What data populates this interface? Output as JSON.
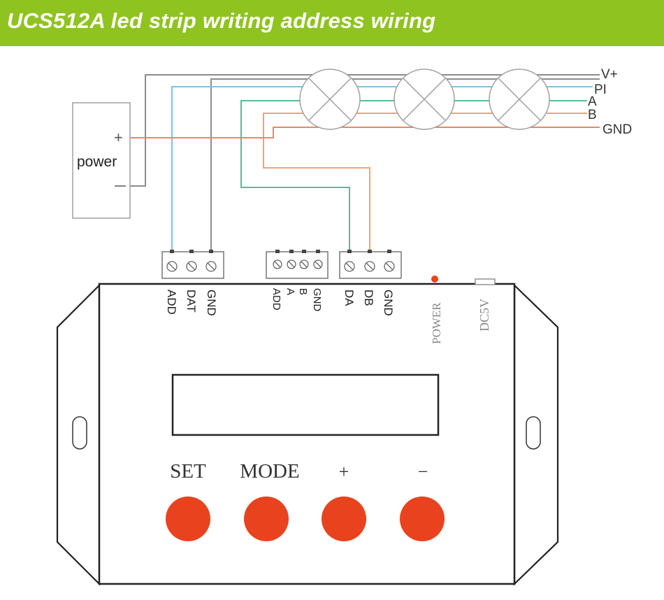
{
  "banner": {
    "title": "UCS512A led strip writing address wiring",
    "background": "#8fc31f"
  },
  "power_supply": {
    "label": "power",
    "plus": "+",
    "minus": "−"
  },
  "strip_labels": {
    "v_plus": "V+",
    "pi": "PI",
    "a": "A",
    "b": "B",
    "gnd": "GND"
  },
  "terminals": {
    "left": [
      "ADD",
      "DAT",
      "GND"
    ],
    "middle": [
      "ADD",
      "A",
      "B",
      "GND"
    ],
    "right": [
      "DA",
      "DB",
      "GND"
    ]
  },
  "device": {
    "power_label": "POWER",
    "dc_label": "DC5V",
    "buttons": [
      {
        "label": "SET"
      },
      {
        "label": "MODE"
      },
      {
        "label": "+"
      },
      {
        "label": "−"
      }
    ]
  },
  "colors": {
    "wire_gray": "#8c8c8c",
    "wire_blue": "#7ec3dc",
    "wire_green": "#5fb89a",
    "wire_orange": "#f2a36b",
    "wire_red": "#e9866c",
    "button_red": "#e8431e"
  }
}
